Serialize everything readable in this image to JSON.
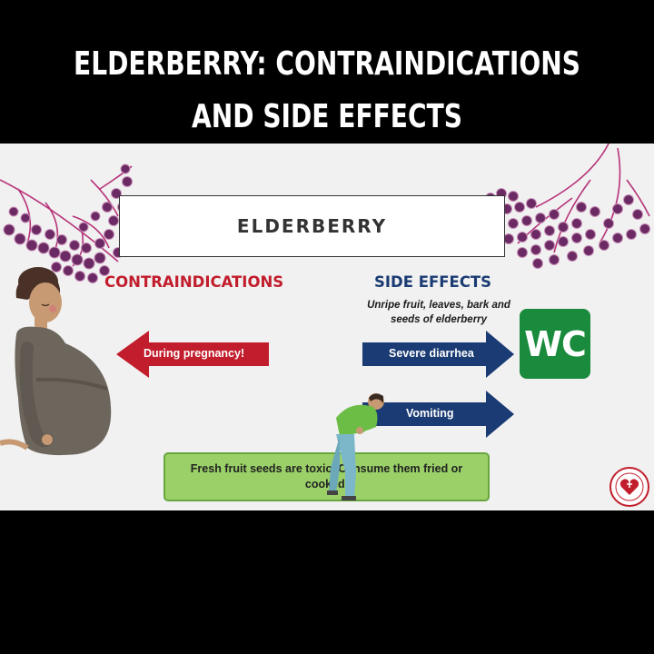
{
  "header": {
    "title_line1": "ELDERBERRY: CONTRAINDICATIONS",
    "title_line2": "AND SIDE EFFECTS"
  },
  "panel": {
    "box_title": "ELDERBERRY",
    "contraindications_heading": "CONTRAINDICATIONS",
    "side_effects_heading": "SIDE EFFECTS",
    "side_effects_note": "Unripe fruit, leaves, bark and seeds of elderberry",
    "contraindication_item": "During pregnancy!",
    "side_effect_items": [
      "Severe diarrhea",
      "Vomiting"
    ],
    "wc_label": "WC",
    "warning_text": "Fresh fruit seeds are toxic. Consume them fried or cooked."
  },
  "colors": {
    "contra_red": "#c21d2c",
    "side_navy": "#1a3b73",
    "wc_green": "#1a8a3c",
    "warning_green": "#9ad067",
    "berry_purple": "#6b2a63"
  },
  "icons": [
    "elderberry-branch-icon",
    "pregnant-woman-illustration",
    "sick-person-illustration",
    "wc-icon",
    "logo-seal-icon"
  ]
}
